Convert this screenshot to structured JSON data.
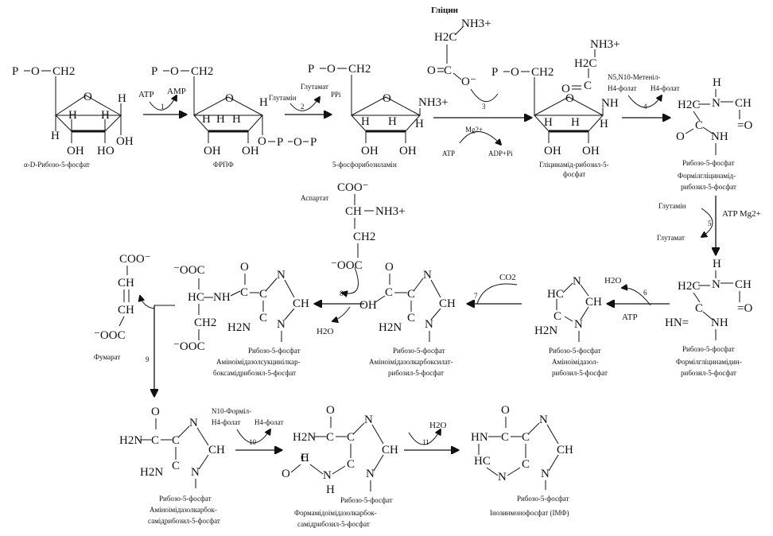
{
  "header": {
    "glycine": "Гліцин"
  },
  "steps": [
    "1",
    "2",
    "3",
    "4",
    "5",
    "6",
    "7",
    "8",
    "9",
    "10",
    "11"
  ],
  "atoms": {
    "P": "P",
    "O": "O",
    "H": "H",
    "OH": "OH",
    "HO": "HO",
    "CH2": "CH2",
    "CH": "CH",
    "HC": "HC",
    "C": "C",
    "N": "N",
    "NH": "NH",
    "NH3": "NH3+",
    "H2N": "H2N",
    "HN": "HN",
    "H2C": "H2C",
    "HNeq": "HN=",
    "Oeq": "=O",
    "COO": "COO⁻",
    "COOl": "⁻OOC",
    "Om": "O⁻"
  },
  "reagents": {
    "atp": "ATP",
    "amp": "AMP",
    "glutamine": "Глутамін",
    "glutamate": "Глутамат",
    "ppi": "PPi",
    "adp_pi": "ADP+Pi",
    "mg": "Mg2+",
    "atp_mg": "ATP Mg2+",
    "methenyl": "N5,N10-Метеніл-",
    "h4folate": "H4-фолат",
    "h4folate2": "H4-фолат",
    "co2": "CO2",
    "h2o": "H2O",
    "aspartate": "Аспартат",
    "fumarate": "Фумарат",
    "formyl": "N10-Форміл-",
    "ribose_p": "Рибозо-5-фосфат"
  },
  "names": {
    "m1": "α-D-Рибозо-5-фосфат",
    "m2": "ФРПФ",
    "m3": "5-фосфорибозиламін",
    "m4a": "Гліцинамід-рибозил-5-",
    "m4b": "фосфат",
    "m5a": "Формілгліцинамід-",
    "m5b": "рибозил-5-фосфат",
    "m6a": "Формілгліцинамідин-",
    "m6b": "рибозил-5-фосфат",
    "m7a": "Аміноімідазол-",
    "m7b": "рибозил-5-фосфат",
    "m8a": "Аміноімідазолкарбоксилат-",
    "m8b": "рибозил-5-фосфат",
    "m9a": "Аміноімідазолсукцинілкар-",
    "m9b": "боксамідрибозил-5-фосфат",
    "m10a": "Аміноімідазолкарбок-",
    "m10b": "самідрибозил-5-фосфат",
    "m11a": "Формамідоімідазолкарбок-",
    "m11b": "самідрибозил-5-фосфат",
    "m12": "Інозинмонофосфат (ІМФ)"
  }
}
